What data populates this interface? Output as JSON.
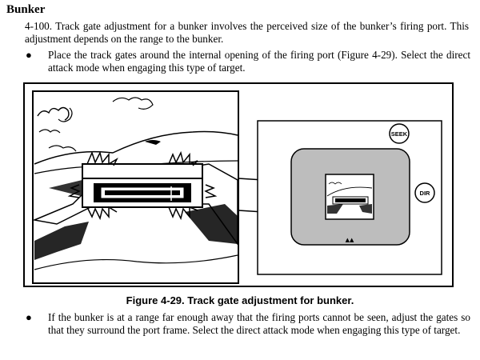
{
  "section": {
    "heading": "Bunker",
    "paragraph": "4-100.  Track gate adjustment for a bunker involves the perceived size of the bunker’s firing port. This adjustment depends on the range to the bunker.",
    "bullets": [
      "Place the track gates around the internal opening of the firing port (Figure 4-29). Select the direct attack mode when engaging this type of target.",
      "If the bunker is at a range far enough away that the firing ports cannot be seen, adjust the gates so that they surround the port frame. Select the direct attack mode when engaging this type of target."
    ],
    "bullet_symbol": "●"
  },
  "figure": {
    "caption": "Figure 4-29. Track gate adjustment for bunker.",
    "display_buttons": {
      "seek": "SEEK",
      "dir": "DIR"
    },
    "indicator_symbol": "▲▲"
  }
}
